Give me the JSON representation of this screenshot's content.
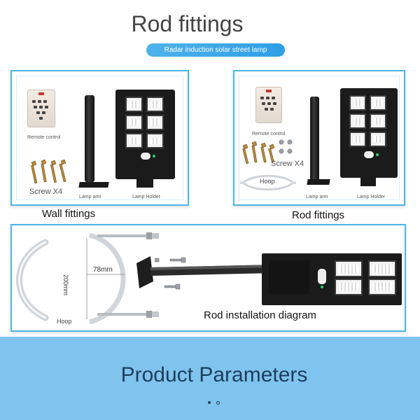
{
  "header": {
    "title": "Rod fittings",
    "subtitle": "Radar induction solar street lamp"
  },
  "panel_left": {
    "remote_label": "Remote control",
    "screw_label": "Screw X4",
    "arm_label": "Lamp arm",
    "holder_label": "Lamp Holder",
    "caption": "Wall fittings"
  },
  "panel_right": {
    "remote_label": "Remote control",
    "screw_label": "Screw X4",
    "hoop_label": "Hoop",
    "arm_label": "Lamp arm",
    "holder_label": "Lamp Holder",
    "caption": "Rod fittings"
  },
  "panel_bottom": {
    "dimension_height": "200mm",
    "dimension_width": "78mm",
    "hoop_label": "Hoop",
    "caption": "Rod installation diagram"
  },
  "footer": {
    "title": "Product Parameters"
  },
  "colors": {
    "accent": "#49b6e8",
    "band": "#7fc4ee"
  }
}
